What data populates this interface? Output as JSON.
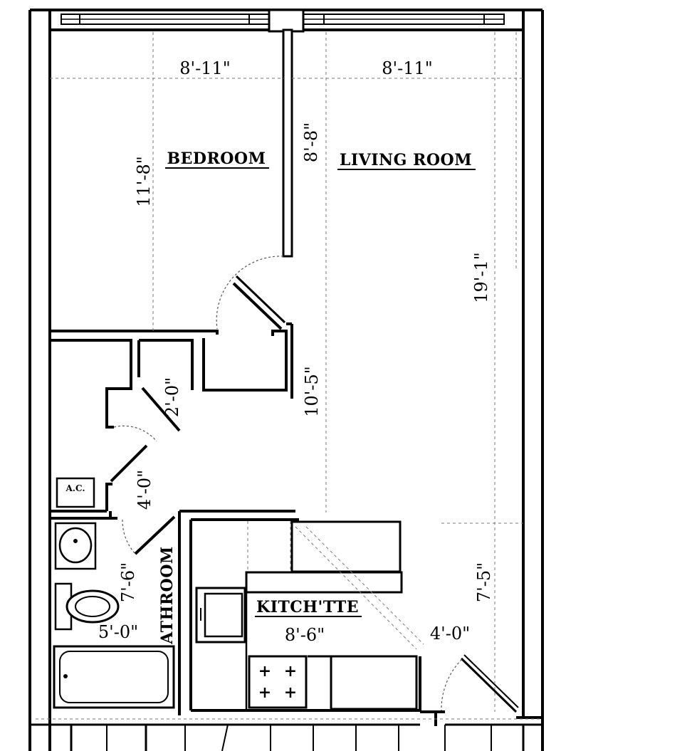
{
  "rooms": {
    "bedroom": "BEDROOM",
    "living_room": "LIVING ROOM",
    "kitchenette": "KITCH'TTE",
    "bathroom": "ATHROOM",
    "ac": "A.C."
  },
  "dimensions": {
    "bedroom_width": "8'-11\"",
    "living_width": "8'-11\"",
    "bedroom_depth": "11'-8\"",
    "partition_length": "8'-8\"",
    "living_depth": "19'-1\"",
    "hall_length": "10'-5\"",
    "closet_width": "2'-0\"",
    "bath_door": "4'-0\"",
    "bath_depth": "7'-6\"",
    "bath_width": "5'-0\"",
    "kitchen_width": "8'-6\"",
    "entry_door": "4'-0\"",
    "living_lower": "7'-5\""
  }
}
